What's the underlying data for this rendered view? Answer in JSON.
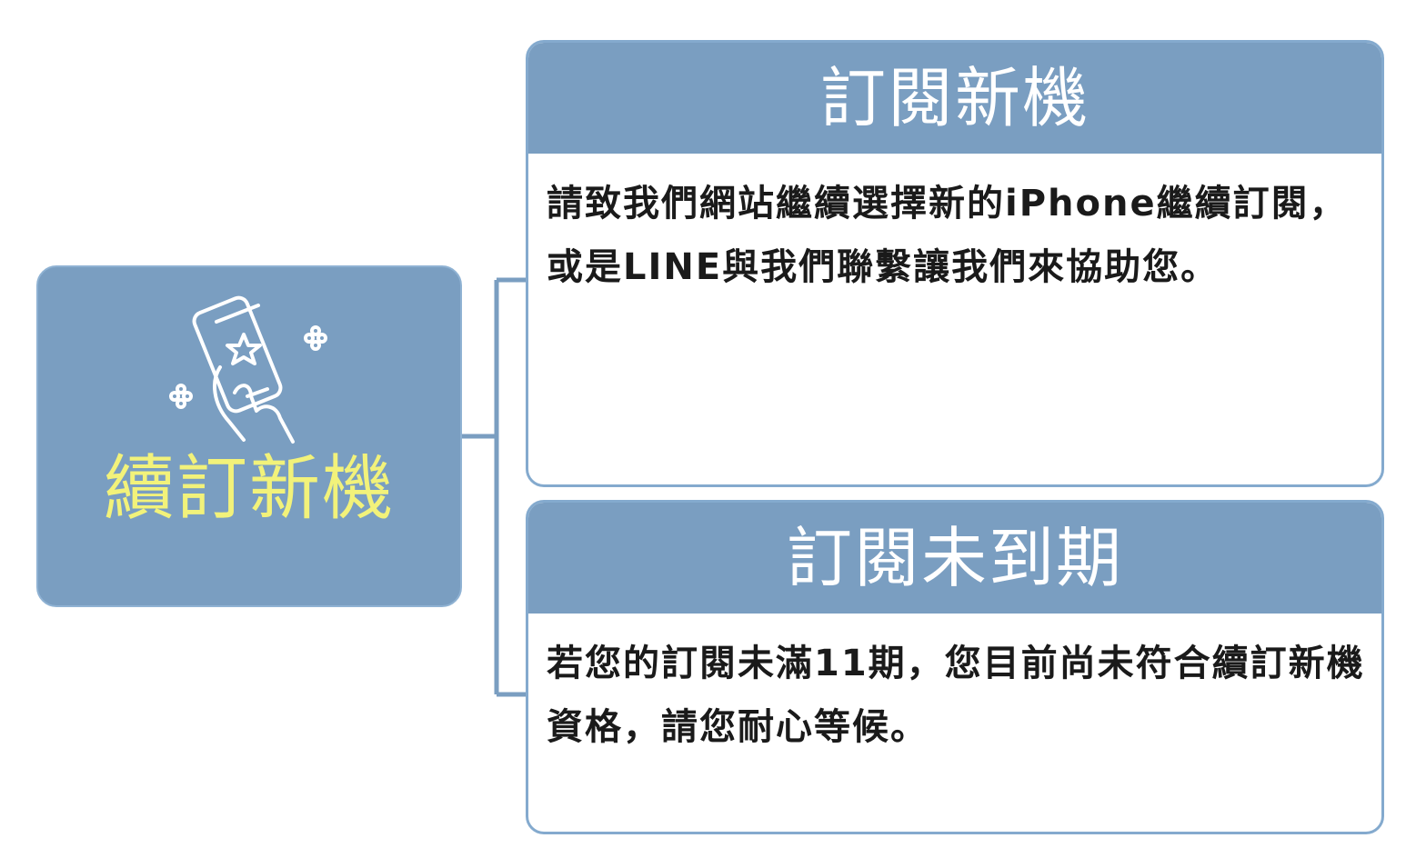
{
  "root": {
    "title": "續訂新機",
    "icon": "hand-holding-phone-star-icon"
  },
  "branches": [
    {
      "title": "訂閱新機",
      "body": "請致我們網站繼續選擇新的iPhone繼續訂閱，\n或是LINE與我們聯繫讓我們來協助您。"
    },
    {
      "title": "訂閱未到期",
      "body": "若您的訂閱未滿11期，您目前尚未符合續訂新機\n資格，請您耐心等候。"
    }
  ],
  "colors": {
    "node_fill": "#7a9ec1",
    "root_text": "#f2f27a",
    "header_text": "#ffffff",
    "connector": "#7a9ec1"
  }
}
